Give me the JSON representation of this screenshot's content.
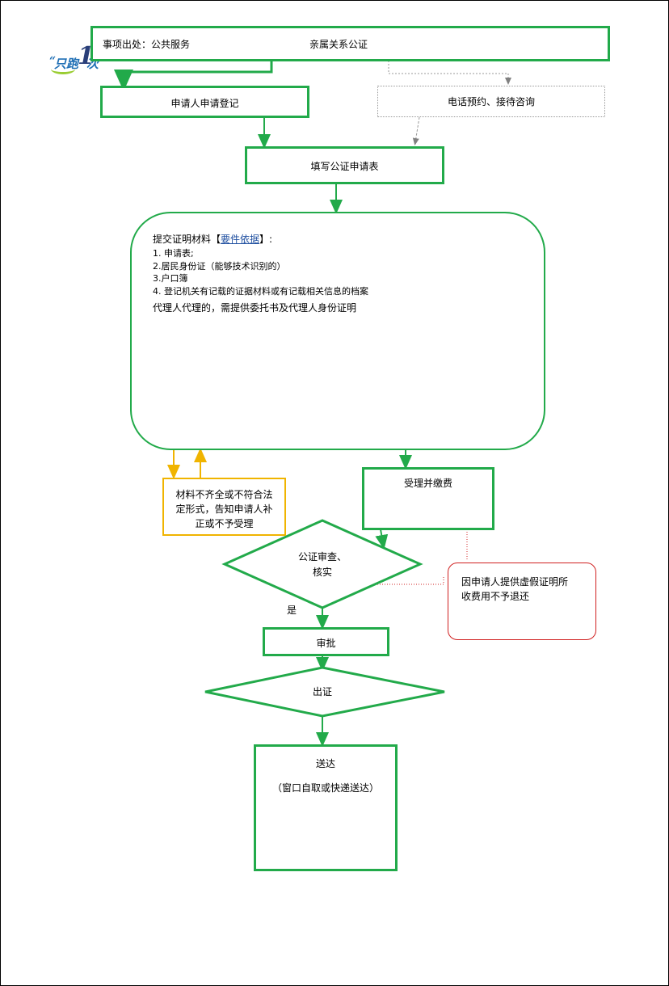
{
  "logo": {
    "quote_open": "“",
    "char1": "只跑",
    "char2": "1",
    "char3": "次",
    "quote_close": "”"
  },
  "header": {
    "category": "事项出处：公共服务",
    "title": "亲属关系公证"
  },
  "steps": {
    "apply": "申请人申请登记",
    "phone": "电话预约、接待咨询",
    "fill_form": "填写公证申请表",
    "submit_title_prefix": "提交证明材料【",
    "submit_title_link": "要件依据",
    "submit_title_suffix": "】:",
    "materials": [
      "1. 申请表;",
      "2.居民身份证（能够技术识别的）",
      "3.户口簿",
      "4.  登记机关有记载的证据材料或有记载相关信息的档案"
    ],
    "agent_note": "代理人代理的，需提供委托书及代理人身份证明",
    "incomplete_lines": [
      "材料不齐全或不符合法",
      "定形式，告知申请人补",
      "正或不予受理"
    ],
    "accept": "受理并缴费",
    "review_lines": [
      "公证审查、",
      "核实"
    ],
    "yes": "是",
    "false_proof_lines": [
      "因申请人提供虚假证明所",
      "收费用不予退还"
    ],
    "approve": "审批",
    "issue": "出证",
    "deliver": "送达",
    "deliver_method": "（窗口自取或快递送达）"
  },
  "colors": {
    "green": "#22aa4a",
    "yellow": "#f0b400",
    "gray": "#808080",
    "red": "#d02020"
  }
}
